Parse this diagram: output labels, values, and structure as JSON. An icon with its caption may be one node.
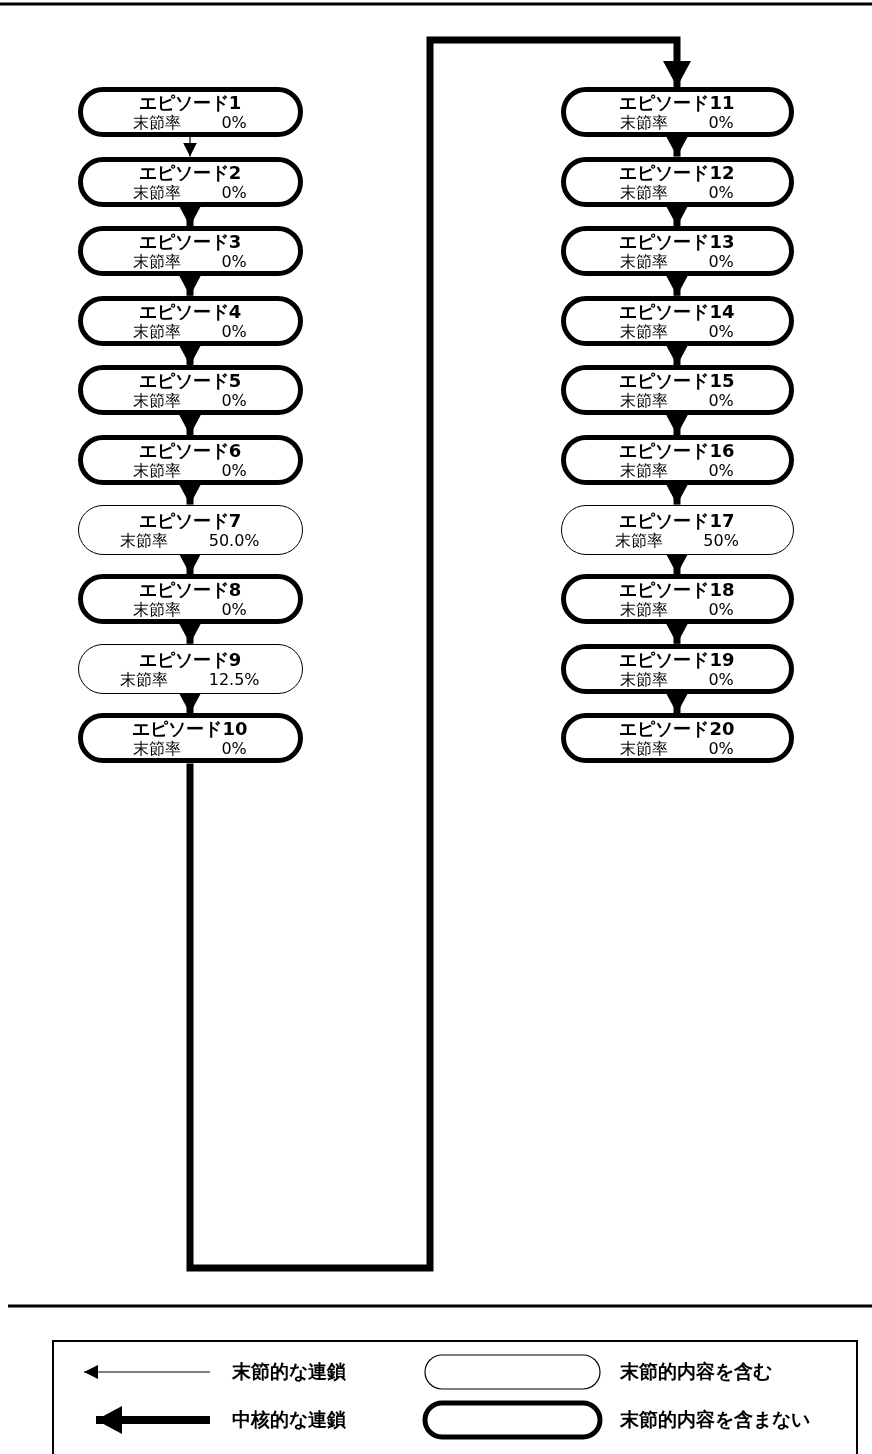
{
  "diagram": {
    "nodes": [
      {
        "text": [
          "エピソード1",
          "末節率 0%"
        ]
      },
      {
        "text": [
          "エピソード2",
          "末節率 0%"
        ]
      },
      {
        "text": [
          "エピソード3",
          "末節率 0%"
        ]
      },
      {
        "text": [
          "エピソード4",
          "末節率 0%"
        ]
      },
      {
        "text": [
          "エピソード5",
          "末節率 0%"
        ]
      },
      {
        "text": [
          "エピソード6",
          "末節率 0%"
        ]
      },
      {
        "text": [
          "エピソード7",
          "末節率 50.0%"
        ]
      },
      {
        "text": [
          "エピソード8",
          "末節率 0%"
        ]
      },
      {
        "text": [
          "エピソード9",
          "末節率 12.5%"
        ]
      },
      {
        "text": [
          "エピソード10",
          "末節率 0%"
        ]
      },
      {
        "text": [
          "エピソード11",
          "末節率 0%"
        ]
      },
      {
        "text": [
          "エピソード12",
          "末節率 0%"
        ]
      },
      {
        "text": [
          "エピソード13",
          "末節率 0%"
        ]
      },
      {
        "text": [
          "エピソード14",
          "末節率 0%"
        ]
      },
      {
        "text": [
          "エピソード15",
          "末節率 0%"
        ]
      },
      {
        "text": [
          "エピソード16",
          "末節率 0%"
        ]
      },
      {
        "text": [
          "エピソード17",
          "末節率 50%"
        ]
      },
      {
        "text": [
          "エピソード18",
          "末節率 0%"
        ]
      },
      {
        "text": [
          "エピソード19",
          "末節率 0%"
        ]
      },
      {
        "text": [
          "エピソード20",
          "末節率 0%"
        ]
      }
    ],
    "edges": [
      {
        "from": 0,
        "to": 1,
        "arrow": "to"
      },
      {
        "from": 1,
        "to": 2,
        "arrow": "to"
      },
      {
        "from": 2,
        "to": 3,
        "arrow": "to"
      },
      {
        "from": 3,
        "to": 4,
        "arrow": "to"
      },
      {
        "from": 4,
        "to": 5,
        "arrow": "to"
      },
      {
        "from": 5,
        "to": 6,
        "arrow": "to"
      },
      {
        "from": 6,
        "to": 7,
        "arrow": "to"
      },
      {
        "from": 7,
        "to": 8,
        "arrow": "to"
      },
      {
        "from": 8,
        "to": 9,
        "arrow": "to"
      },
      {
        "from": 9,
        "to": 10,
        "arrow": "to"
      },
      {
        "from": 10,
        "to": 11,
        "arrow": "to"
      },
      {
        "from": 11,
        "to": 12,
        "arrow": "to"
      },
      {
        "from": 12,
        "to": 13,
        "arrow": "to"
      },
      {
        "from": 13,
        "to": 14,
        "arrow": "to"
      },
      {
        "from": 14,
        "to": 15,
        "arrow": "to"
      },
      {
        "from": 15,
        "to": 16,
        "arrow": "to"
      },
      {
        "from": 16,
        "to": 17,
        "arrow": "to"
      },
      {
        "from": 17,
        "to": 18,
        "arrow": "to"
      },
      {
        "from": 18,
        "to": 19,
        "arrow": "to"
      }
    ],
    "legend": [
      {
        "text": "末節的な連鎖"
      },
      {
        "text": "末節的内容を含む"
      },
      {
        "text": "中核的な連鎖"
      },
      {
        "text": "末節的内容を含まない"
      }
    ]
  }
}
